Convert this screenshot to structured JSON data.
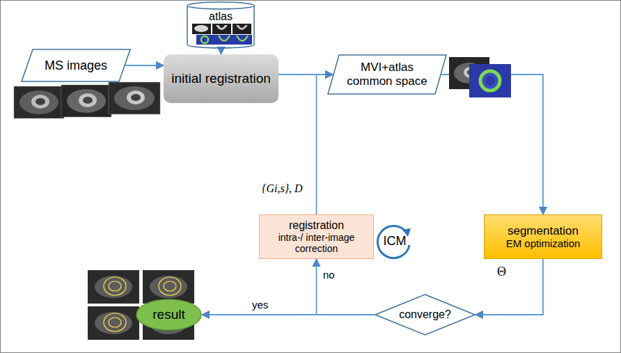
{
  "diagram": {
    "nodes": [
      {
        "text": [
          "atlas"
        ]
      },
      {
        "text": [
          "MS images"
        ]
      },
      {
        "text": [
          "initial registration"
        ]
      },
      {
        "text": [
          "MVI+atlas common space"
        ]
      },
      {
        "text": [
          "registration",
          "intra-/ inter-image correction"
        ]
      },
      {
        "text": [
          "segmentation",
          "EM optimization"
        ]
      },
      {
        "text": [
          "converge?"
        ]
      },
      {
        "text": [
          "result"
        ]
      }
    ],
    "edges": [
      {
        "from": 0,
        "to": 2,
        "arrow": "to"
      },
      {
        "from": 1,
        "to": 2,
        "arrow": "to"
      },
      {
        "from": 2,
        "to": 3,
        "arrow": "to"
      },
      {
        "from": 4,
        "to": 3,
        "arrow": "to",
        "label": "{Gi,s}, D"
      },
      {
        "from": 3,
        "to": 5,
        "arrow": "to"
      },
      {
        "from": 5,
        "to": 6,
        "arrow": "to",
        "label": "Θ"
      },
      {
        "from": 6,
        "to": 7,
        "arrow": "to",
        "label": "yes"
      },
      {
        "from": 6,
        "to": 4,
        "arrow": "to",
        "label": "no"
      }
    ],
    "labels": [
      "ICM"
    ]
  }
}
